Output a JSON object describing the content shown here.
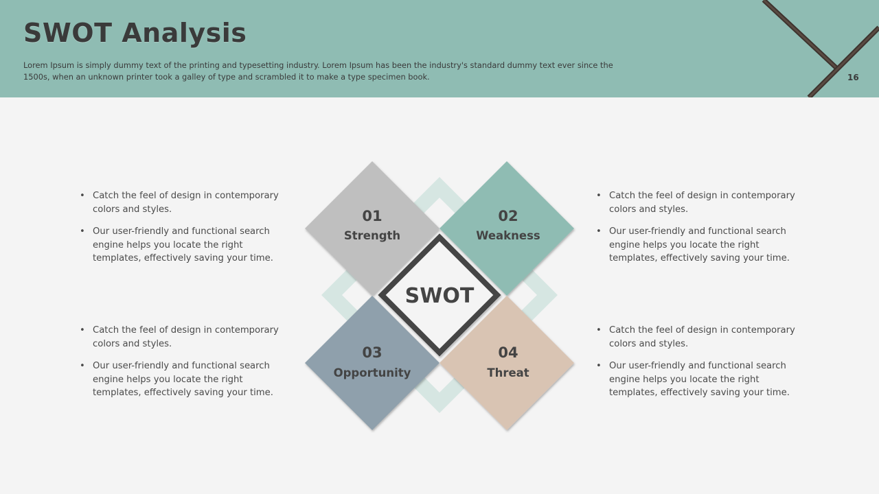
{
  "header": {
    "title": "SWOT Analysis",
    "subtitle": "Lorem Ipsum is simply dummy text of the printing and typesetting industry. Lorem Ipsum has been the industry's standard dummy text ever since the 1500s, when an unknown printer took a galley of type and scrambled it to make a type specimen book.",
    "page_number": "16"
  },
  "center": {
    "label": "SWOT"
  },
  "quadrants": [
    {
      "number": "01",
      "label": "Strength",
      "color": "#bfbfbf"
    },
    {
      "number": "02",
      "label": "Weakness",
      "color": "#8fbcb3"
    },
    {
      "number": "03",
      "label": "Opportunity",
      "color": "#8fa0ac"
    },
    {
      "number": "04",
      "label": "Threat",
      "color": "#d9c4b3"
    }
  ],
  "text_blocks": [
    {
      "items": [
        "Catch the feel of design in contemporary colors and styles.",
        "Our user-friendly and functional search engine helps you locate the right templates, effectively saving your time."
      ]
    },
    {
      "items": [
        "Catch the feel of design in contemporary colors and styles.",
        "Our user-friendly and functional search engine helps you locate the right templates, effectively saving your time."
      ]
    },
    {
      "items": [
        "Catch the feel of design in contemporary colors and styles.",
        "Our user-friendly and functional search engine helps you locate the right templates, effectively saving your time."
      ]
    },
    {
      "items": [
        "Catch the feel of design in contemporary colors and styles.",
        "Our user-friendly and functional search engine helps you locate the right templates, effectively saving your time."
      ]
    }
  ],
  "colors": {
    "header_bg": "#8fbcb3",
    "background": "#f4f4f4",
    "accent_light": "#d5e6e2",
    "text_dark": "#3a3a3a"
  }
}
